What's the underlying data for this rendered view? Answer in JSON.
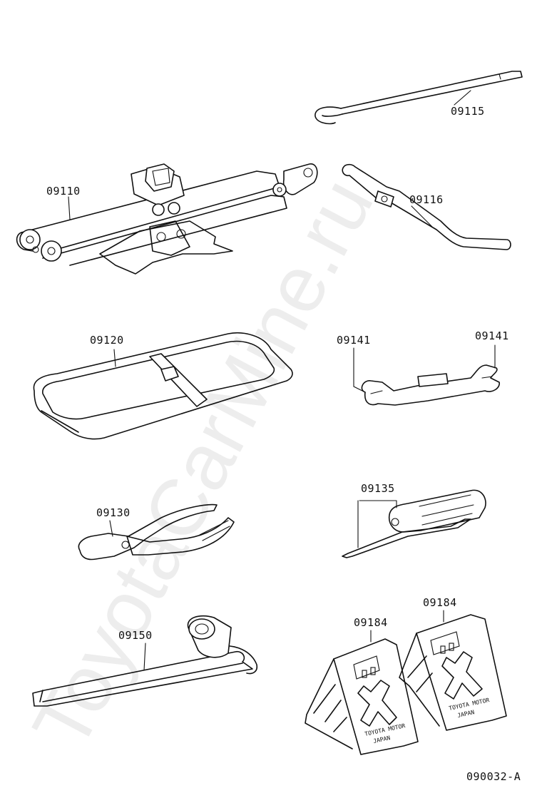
{
  "watermark": "ToyotaCarMine.ru",
  "drawing_code": "090032-A",
  "labels": {
    "p09115": "09115",
    "p09116": "09116",
    "p09110": "09110",
    "p09120": "09120",
    "p09141_left": "09141",
    "p09141_right": "09141",
    "p09130": "09130",
    "p09135": "09135",
    "p09150": "09150",
    "p09184_left": "09184",
    "p09184_right": "09184"
  },
  "chock_text": {
    "line1": "TOYOTA MOTOR",
    "line2": "JAPAN"
  }
}
